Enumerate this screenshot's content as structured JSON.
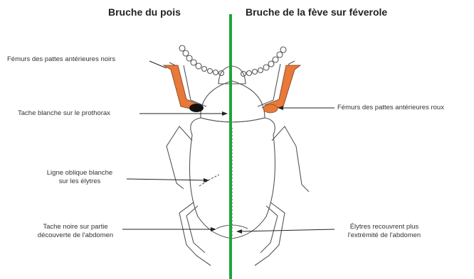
{
  "titles": {
    "left": "Bruche du pois",
    "right": "Bruche de la fève sur féverole"
  },
  "labels": {
    "femurs_left": "Fémurs des pattes antérieures noirs",
    "tache_prothorax": "Tache blanche sur le prothorax",
    "ligne_oblique_1": "Ligne oblique blanche",
    "ligne_oblique_2": "sur les élytres",
    "tache_noire_1": "Tache noire sur partie",
    "tache_noire_2": "découverte de l'abdomen",
    "femurs_right": "Fémurs des pattes antérieures roux",
    "elytres_1": "Élytres recouvrent plus",
    "elytres_2": "l'extrémité de l'abdomen"
  },
  "colors": {
    "divider": "#1fa53a",
    "femur_orange": "#e8793a",
    "femur_black": "#111111",
    "outline": "#555555"
  }
}
